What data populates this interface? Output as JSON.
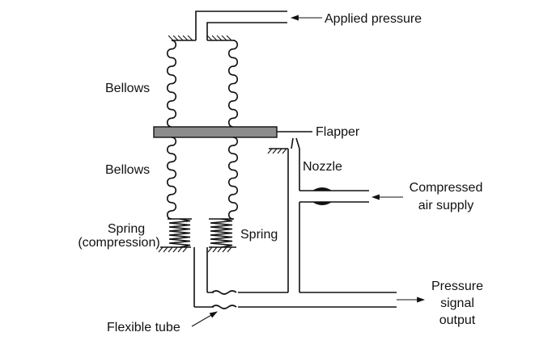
{
  "labels": {
    "applied_pressure": "Applied pressure",
    "bellows_upper": "Bellows",
    "bellows_lower": "Bellows",
    "flapper": "Flapper",
    "nozzle": "Nozzle",
    "compressed_air_line1": "Compressed",
    "compressed_air_line2": "air supply",
    "spring_left_line1": "Spring",
    "spring_left_line2": "(compression)",
    "spring_right": "Spring",
    "pressure_output_line1": "Pressure",
    "pressure_output_line2": "signal",
    "pressure_output_line3": "output",
    "flexible_tube": "Flexible tube"
  },
  "colors": {
    "line": "#111111",
    "flapper_fill": "#8c8c8c",
    "background": "#ffffff"
  }
}
